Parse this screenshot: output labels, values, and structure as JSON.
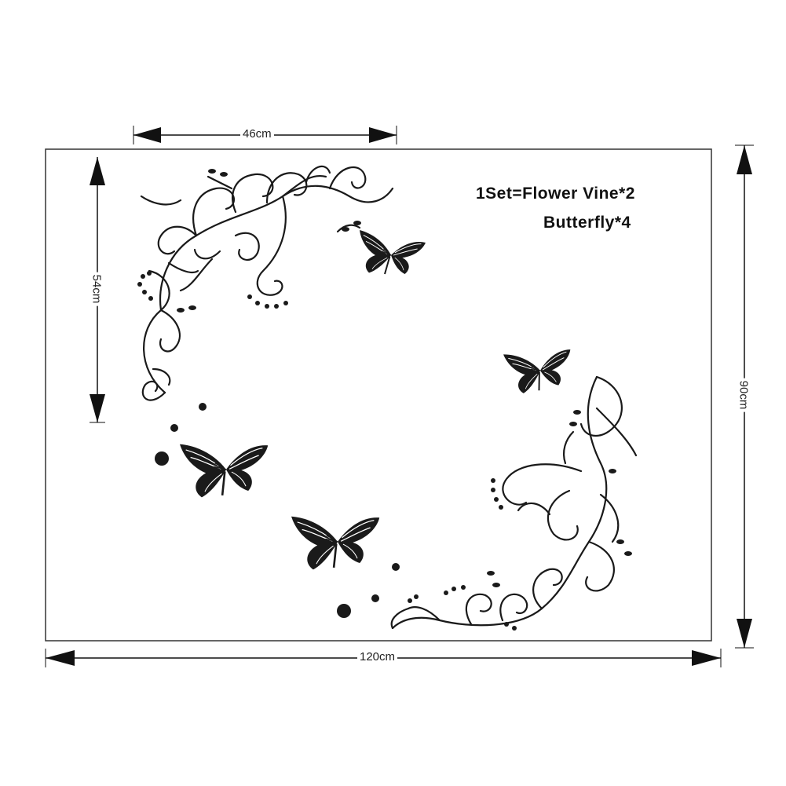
{
  "dimensions": {
    "top_width": "46cm",
    "left_height": "54cm",
    "right_height": "90cm",
    "bottom_width": "120cm"
  },
  "set_info": {
    "line1": "1Set=Flower Vine*2",
    "line2": "Butterfly*4"
  },
  "colors": {
    "ink": "#1a1a1a",
    "frame": "#333333",
    "background": "#ffffff"
  },
  "icons": [
    "flower-vine-icon",
    "butterfly-icon",
    "arrow-icon"
  ]
}
